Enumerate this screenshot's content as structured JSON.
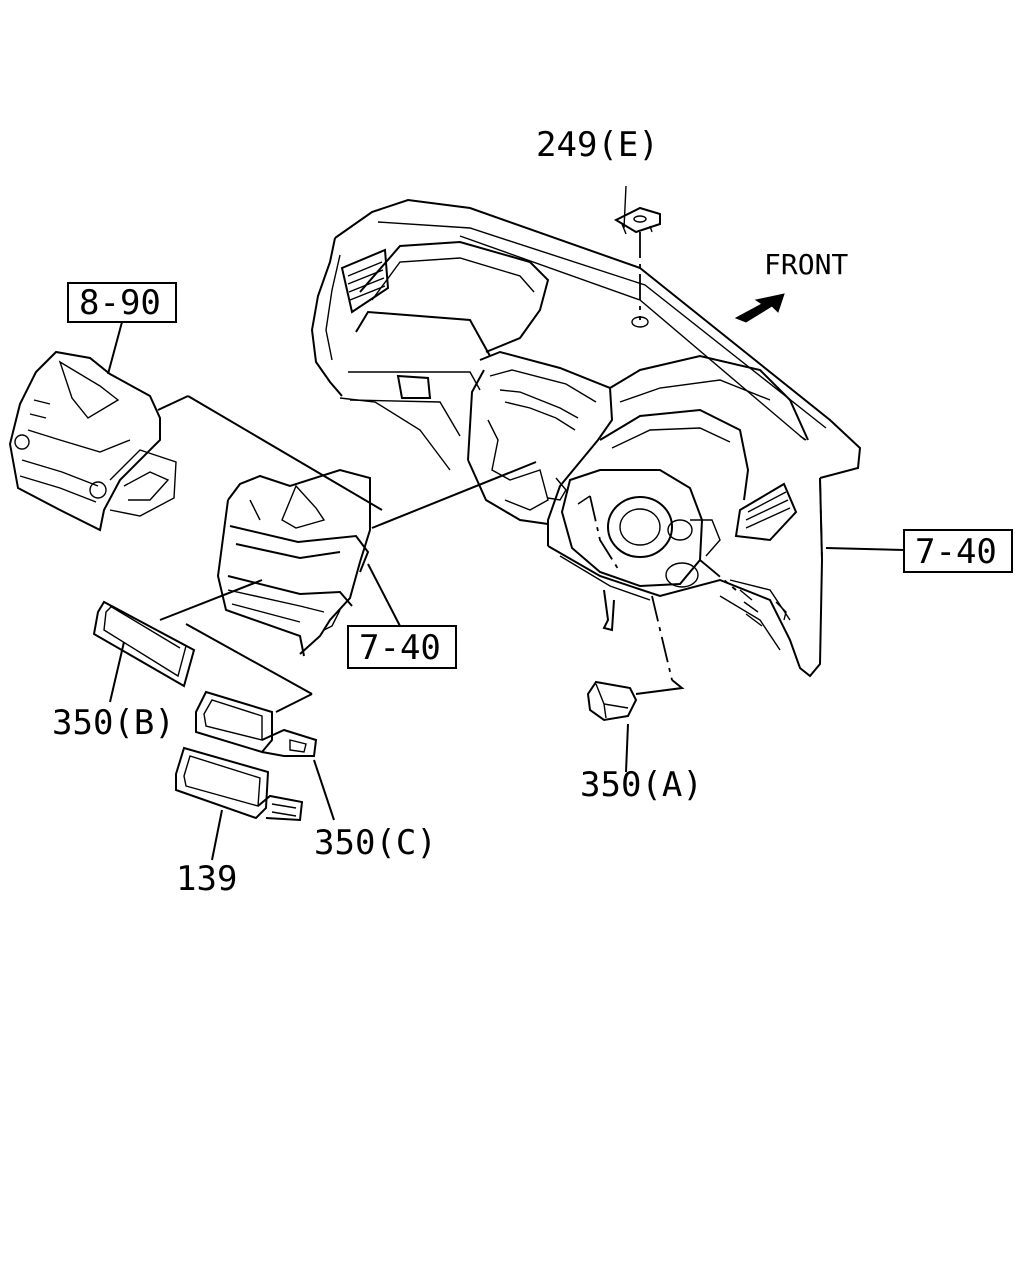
{
  "labels": {
    "part_249e": "249(E)",
    "front": "FRONT",
    "ref_8_90": "8-90",
    "ref_7_40_right": "7-40",
    "ref_7_40_center": "7-40",
    "part_350b": "350(B)",
    "part_350a": "350(A)",
    "part_350c": "350(C)",
    "part_139": "139"
  },
  "icons": {
    "front_arrow": "front-arrow-icon"
  },
  "colors": {
    "line": "#000000",
    "background": "#ffffff"
  }
}
